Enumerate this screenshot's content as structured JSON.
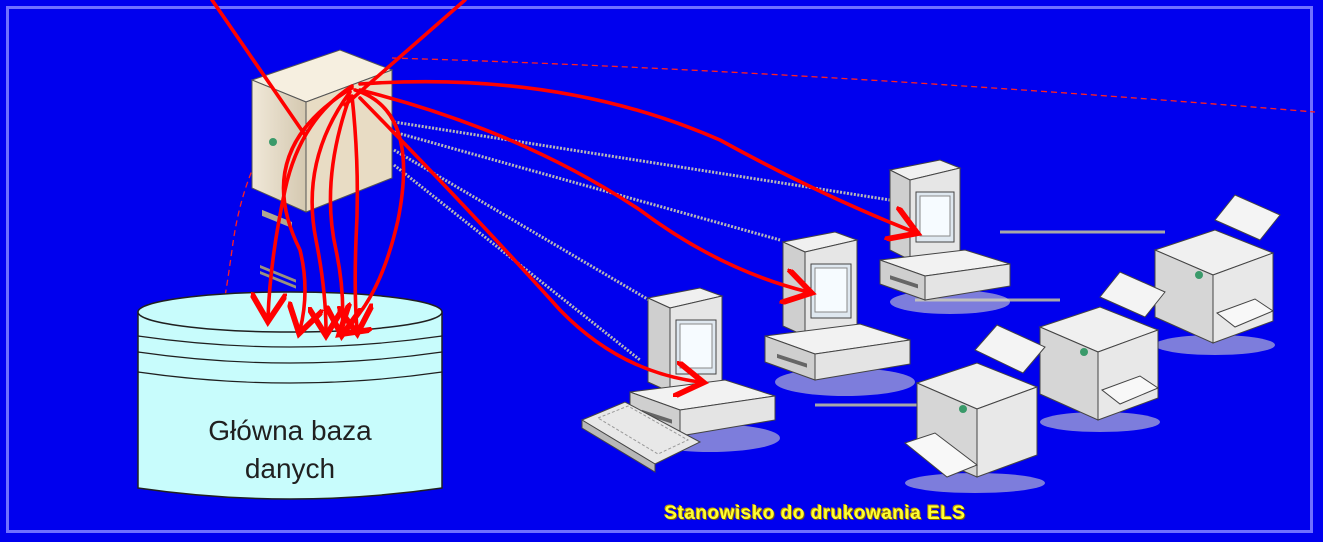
{
  "diagram": {
    "database_label_line1": "Główna baza",
    "database_label_line2": "danych",
    "station_label": "Stanowisko do drukowania ELS"
  },
  "colors": {
    "background": "#0000ee",
    "border": "#7070ff",
    "arrow": "#ff0000",
    "database_fill": "#c8fcfc",
    "station_label": "#ffff33"
  },
  "icons": [
    "server-icon",
    "database-icon",
    "computer-icon",
    "printer-icon",
    "keyboard-icon"
  ]
}
